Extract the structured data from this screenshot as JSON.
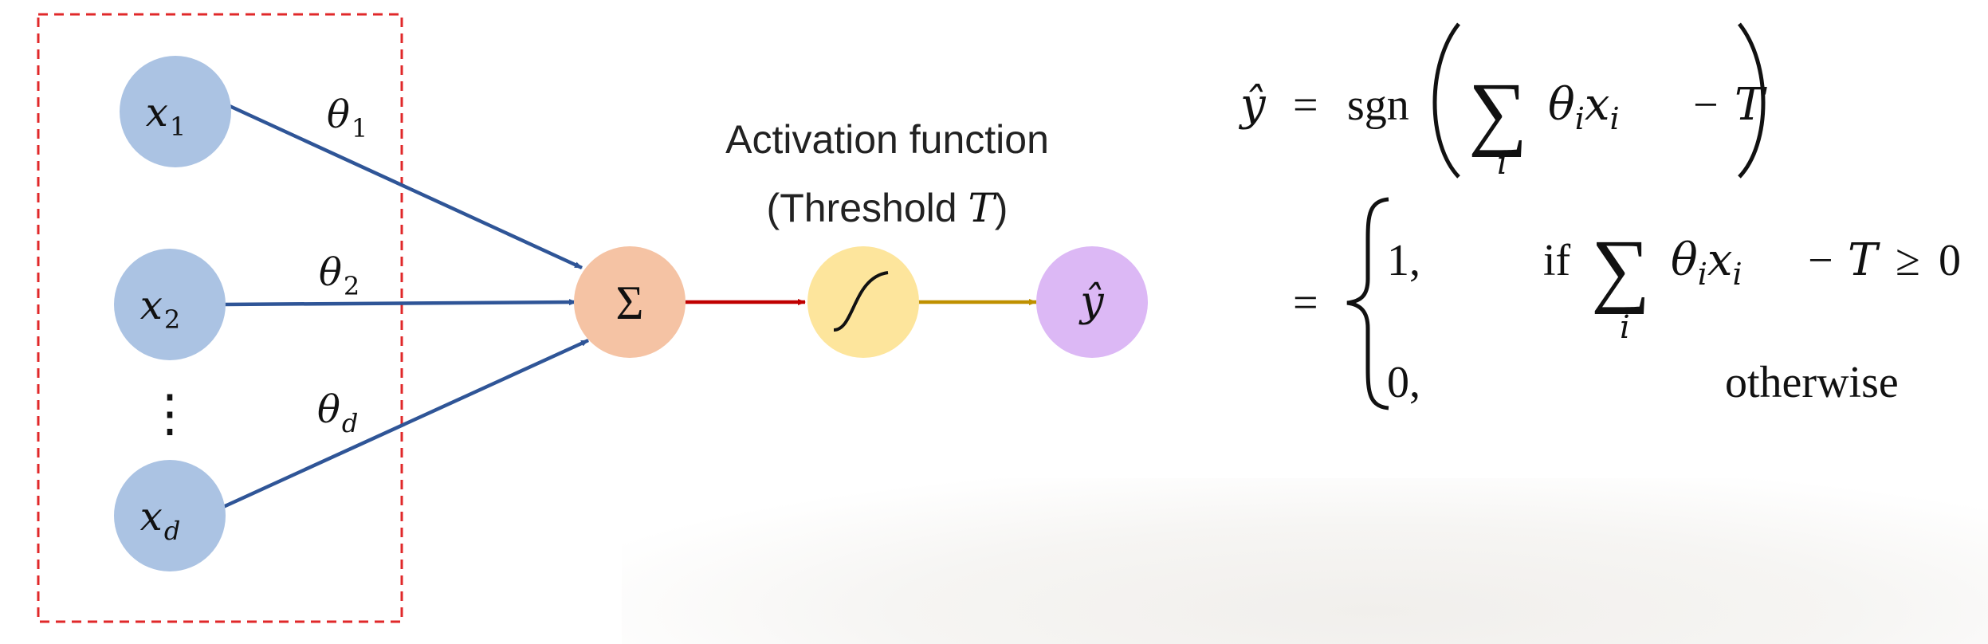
{
  "colors": {
    "input_node": "#abc3e3",
    "sum_node": "#f5c3a4",
    "activation_node": "#fde59c",
    "output_node": "#dcb8f5",
    "weight_arrow": "#2f5597",
    "sum_arrow": "#c00000",
    "act_arrow": "#bf9000",
    "input_box": "#e0282a"
  },
  "inputs": [
    {
      "sym": "x",
      "sub": "1"
    },
    {
      "sym": "x",
      "sub": "2"
    },
    {
      "sym": "x",
      "sub": "d"
    }
  ],
  "vdots": "⋮",
  "weights": [
    {
      "sym": "θ",
      "sub": "1"
    },
    {
      "sym": "θ",
      "sub": "2"
    },
    {
      "sym": "θ",
      "sub": "d"
    }
  ],
  "sum_symbol": "Σ",
  "output_symbol": "ŷ",
  "activation_icon": "sigmoid-curve-icon",
  "activation_label": {
    "line1": "Activation function",
    "line2_prefix": "(Threshold ",
    "line2_var": "T",
    "line2_suffix": ")"
  },
  "formula": {
    "lhs": "ŷ",
    "eq": "=",
    "fn": "sgn",
    "sum": "∑",
    "sum_index": "i",
    "theta": "θ",
    "x": "x",
    "sub_i": "i",
    "minus": "−",
    "T": "T",
    "geq": "≥",
    "zero": "0",
    "case1_value": "1,",
    "case1_if": "if",
    "case2_value": "0,",
    "case2_condition": "otherwise"
  }
}
